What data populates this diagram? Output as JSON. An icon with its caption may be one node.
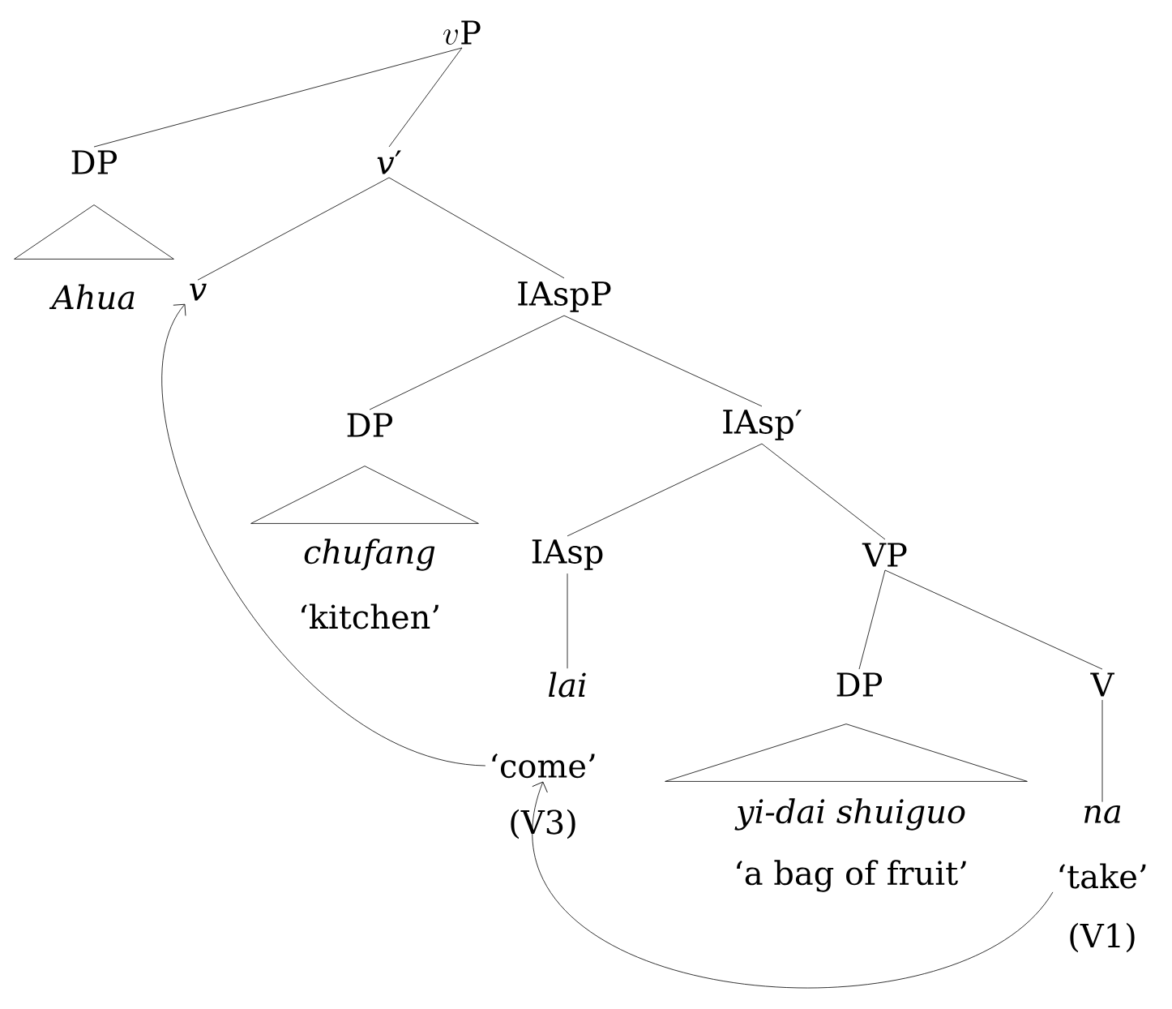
{
  "diagram": {
    "nodes": [
      {
        "text": [
          "v\\mathrm{P}"
        ]
      },
      {
        "text": [
          "DP"
        ]
      },
      {
        "text": [
          "*v*′"
        ]
      },
      {
        "text": [
          "*Ahua*"
        ]
      },
      {
        "text": [
          "*v*"
        ]
      },
      {
        "text": [
          "IAspP"
        ]
      },
      {
        "text": [
          "DP"
        ]
      },
      {
        "text": [
          "IAsp′"
        ]
      },
      {
        "text": [
          "*chufang*"
        ]
      },
      {
        "text": [
          "‘kitchen’"
        ]
      },
      {
        "text": [
          "IAsp"
        ]
      },
      {
        "text": [
          "VP"
        ]
      },
      {
        "text": [
          "*lai*"
        ]
      },
      {
        "text": [
          "DP"
        ]
      },
      {
        "text": [
          "V"
        ]
      },
      {
        "text": [
          "‘come’"
        ]
      },
      {
        "text": [
          "(V3)"
        ]
      },
      {
        "text": [
          "*yi-dai shuiguo*"
        ]
      },
      {
        "text": [
          "‘a bag of fruit’"
        ]
      },
      {
        "text": [
          "*na*"
        ]
      },
      {
        "text": [
          "‘take’"
        ]
      },
      {
        "text": [
          "(V1)"
        ]
      },
      {
        "text": [],
        "shape": "triangle"
      },
      {
        "text": [],
        "shape": "triangle"
      },
      {
        "text": [],
        "shape": "triangle"
      }
    ],
    "edges": [
      {
        "from": 0,
        "to": 1,
        "arrow": "none"
      },
      {
        "from": 0,
        "to": 2,
        "arrow": "none"
      },
      {
        "from": 2,
        "to": 4,
        "arrow": "none"
      },
      {
        "from": 2,
        "to": 5,
        "arrow": "none"
      },
      {
        "from": 5,
        "to": 6,
        "arrow": "none"
      },
      {
        "from": 5,
        "to": 7,
        "arrow": "none"
      },
      {
        "from": 7,
        "to": 10,
        "arrow": "none"
      },
      {
        "from": 7,
        "to": 11,
        "arrow": "none"
      },
      {
        "from": 10,
        "to": 12,
        "arrow": "none"
      },
      {
        "from": 11,
        "to": 13,
        "arrow": "none"
      },
      {
        "from": 11,
        "to": 14,
        "arrow": "none"
      },
      {
        "from": 14,
        "to": 19,
        "arrow": "none"
      },
      {
        "from": 15,
        "to": 4,
        "arrow": "to"
      },
      {
        "from": 20,
        "to": 15,
        "arrow": "to"
      }
    ]
  }
}
